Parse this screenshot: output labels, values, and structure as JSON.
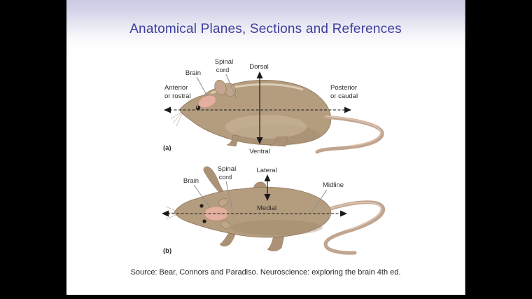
{
  "slide": {
    "title": "Anatomical Planes, Sections and References",
    "source": "Source: Bear, Connors and Paradiso. Neuroscience: exploring the brain 4th ed.",
    "colors": {
      "letterbox": "#000000",
      "header_gradient_top": "#cbcbe4",
      "slide_background": "#ffffff",
      "title_text": "#3e3e9d",
      "figure_label_text": "#2e2c2a",
      "rat_body": "#b49c7f",
      "brain_pink": "#e5afa0",
      "axis_line": "#1a1a1a"
    },
    "figure": {
      "panel_a": {
        "panel_label": "(a)",
        "labels": {
          "brain": "Brain",
          "spinal_line1": "Spinal",
          "spinal_line2": "cord",
          "dorsal": "Dorsal",
          "ventral": "Ventral",
          "anterior_line1": "Anterior",
          "anterior_line2": "or rostral",
          "posterior_line1": "Posterior",
          "posterior_line2": "or caudal"
        }
      },
      "panel_b": {
        "panel_label": "(b)",
        "labels": {
          "brain": "Brain",
          "spinal_line1": "Spinal",
          "spinal_line2": "cord",
          "lateral": "Lateral",
          "medial": "Medial",
          "midline": "Midline"
        }
      }
    }
  }
}
